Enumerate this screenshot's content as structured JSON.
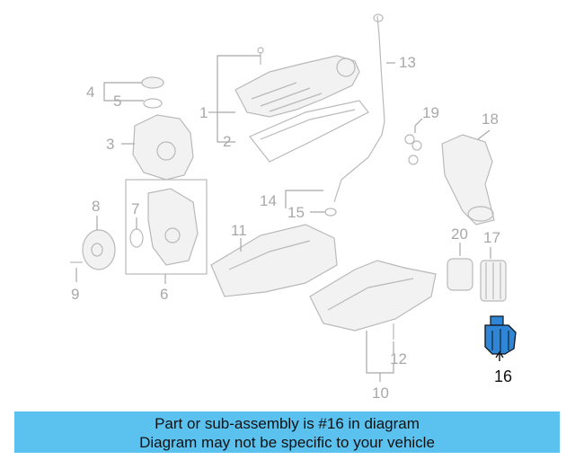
{
  "callouts": [
    {
      "id": "1",
      "text": "1"
    },
    {
      "id": "2",
      "text": "2"
    },
    {
      "id": "3",
      "text": "3"
    },
    {
      "id": "4",
      "text": "4"
    },
    {
      "id": "5",
      "text": "5"
    },
    {
      "id": "6",
      "text": "6"
    },
    {
      "id": "7",
      "text": "7"
    },
    {
      "id": "8",
      "text": "8"
    },
    {
      "id": "9",
      "text": "9"
    },
    {
      "id": "10",
      "text": "10"
    },
    {
      "id": "11",
      "text": "11"
    },
    {
      "id": "12",
      "text": "12"
    },
    {
      "id": "13",
      "text": "13"
    },
    {
      "id": "14",
      "text": "14"
    },
    {
      "id": "15",
      "text": "15"
    },
    {
      "id": "16",
      "text": "16"
    },
    {
      "id": "17",
      "text": "17"
    },
    {
      "id": "18",
      "text": "18"
    },
    {
      "id": "19",
      "text": "19"
    },
    {
      "id": "20",
      "text": "20"
    }
  ],
  "highlighted_part": "16",
  "colors": {
    "banner_bg": "#5bc2f0",
    "highlight_part": "#2f86d6",
    "dimmed_parts": "#b9b9b9"
  },
  "banner": {
    "line1": "Part or sub-assembly is #16 in diagram",
    "line2": "Diagram may not be specific to your vehicle"
  }
}
